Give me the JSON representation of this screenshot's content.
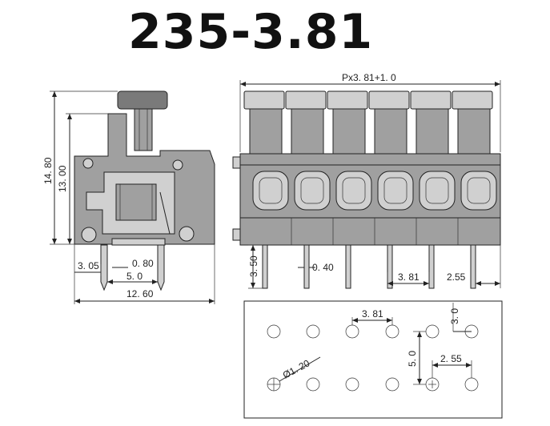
{
  "title": "235-3.81",
  "dims": {
    "height_total": "14. 80",
    "height_body": "13. 00",
    "pin_offset": "3. 05",
    "pin_width": "0. 80",
    "pin_span": "5. 0",
    "width": "12. 60",
    "pitch_formula": "Px3. 81+1. 0",
    "pin_length": "3. 50",
    "pin_thickness": "0. 40",
    "pitch_front": "3. 81",
    "end_offset": "2.55"
  },
  "pcb": {
    "pitch": "3. 81",
    "row_offset": "3. 0",
    "row_spacing": "5. 0",
    "hole_dia": "Ø1. 20",
    "end_offset": "2. 55"
  }
}
